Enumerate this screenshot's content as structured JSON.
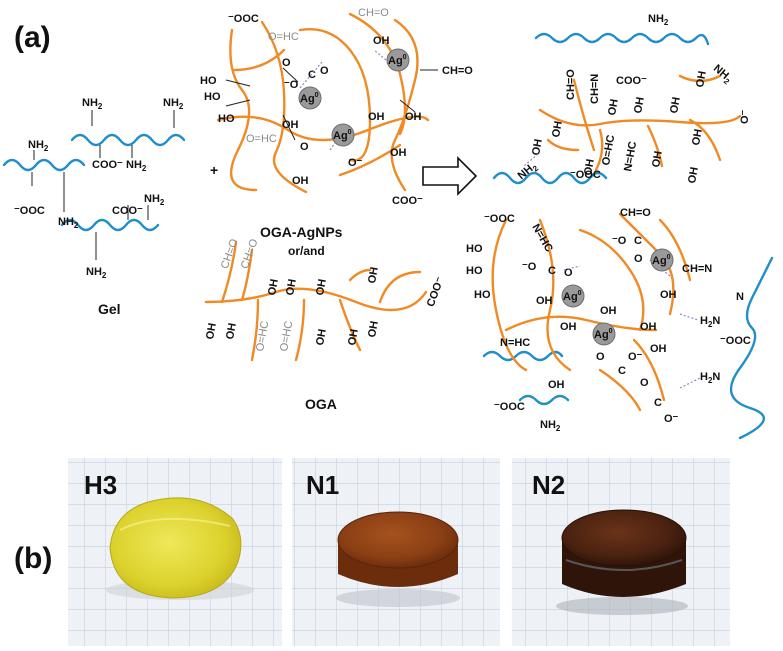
{
  "panels": {
    "a": "(a)",
    "b": "(b)"
  },
  "schematic": {
    "plus": "+",
    "gel_label": "Gel",
    "oga_agnps_label": "OGA-AgNPs",
    "or_and": "or/and",
    "oga_label": "OGA",
    "silver_symbol": "Ag",
    "silver_superscript": "0",
    "groups": {
      "nh2": "NH2",
      "h2n": "H2N",
      "coo_minus": "COO⁻",
      "minus_ooc": "⁻OOC",
      "oh": "OH",
      "ho": "HO",
      "cho": "CH=O",
      "ohc": "O=HC",
      "imine": "CH=N",
      "imine_rev": "N=HC",
      "o_minus": "O⁻",
      "minus_o": "⁻O",
      "o": "O",
      "c": "C"
    }
  },
  "photos": [
    {
      "label": "H3",
      "color": "#e2da35"
    },
    {
      "label": "N1",
      "color": "#8a3f14"
    },
    {
      "label": "N2",
      "color": "#4a2210"
    }
  ],
  "colors": {
    "oga": "#f08a24",
    "gel": "#1f8ecb",
    "silver": "#9a9a9a"
  }
}
